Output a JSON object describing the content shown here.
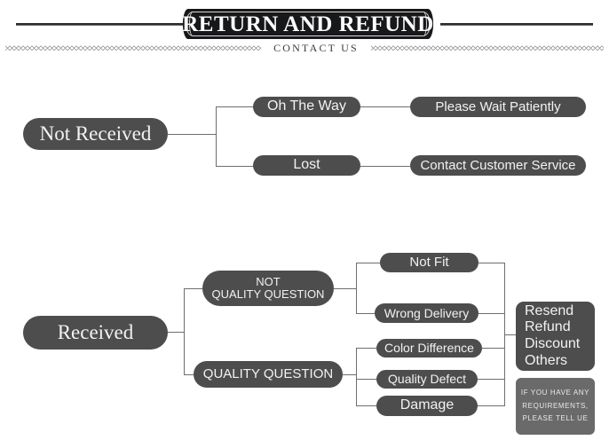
{
  "header": {
    "title": "RETURN AND REFUND",
    "subtitle": "CONTACT  US",
    "banner_color": "#17181a",
    "rule_color": "#2b2b2b",
    "zigzag_color": "#8d8d8d"
  },
  "theme": {
    "node_fill": "#4d4d4d",
    "node_text": "#f2f2f2",
    "note_fill": "#6a6a6a",
    "connector": "#6e6e6e",
    "background": "#ffffff"
  },
  "flow": {
    "not_received": {
      "root": "Not Received",
      "branches": [
        {
          "cause": "Oh The Way",
          "action": "Please Wait Patiently"
        },
        {
          "cause": "Lost",
          "action": "Contact Customer Service"
        }
      ]
    },
    "received": {
      "root": "Received",
      "categories": [
        {
          "label_line1": "NOT",
          "label_line2": "QUALITY QUESTION",
          "reasons": [
            "Not Fit",
            "Wrong Delivery"
          ]
        },
        {
          "label_line1": "QUALITY QUESTION",
          "label_line2": "",
          "reasons": [
            "Color Difference",
            "Quality Defect",
            "Damage"
          ]
        }
      ],
      "outcome": {
        "lines": [
          "Resend",
          "Refund",
          "Discount",
          "Others"
        ]
      },
      "note": {
        "lines": [
          "IF YOU HAVE ANY",
          "REQUIREMENTS,",
          "PLEASE TELL UE"
        ]
      }
    }
  }
}
